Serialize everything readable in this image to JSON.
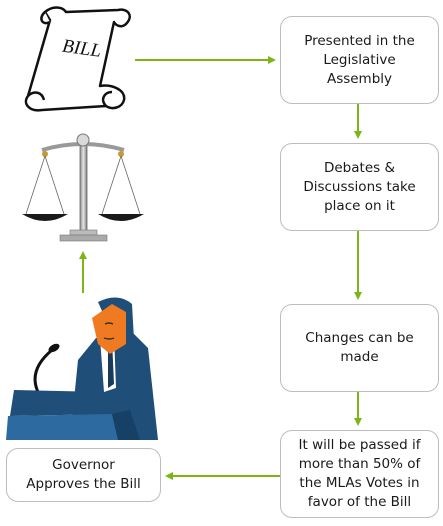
{
  "diagram": {
    "steps": [
      {
        "id": "presented",
        "text": "Presented in the\nLegislative\nAssembly"
      },
      {
        "id": "debates",
        "text": "Debates &\nDiscussions take\nplace on it"
      },
      {
        "id": "changes",
        "text": "Changes can be\nmade"
      },
      {
        "id": "passed",
        "text": "It will be passed if\nmore than 50% of\nthe MLAs Votes in\nfavor of the Bill"
      },
      {
        "id": "governor",
        "text": "Governor\nApproves the Bill"
      }
    ],
    "scroll_label": "BILL",
    "arrow_color": "#7cb518",
    "icons": [
      "bill-scroll-icon",
      "balance-scale-icon",
      "speaker-at-podium-icon"
    ]
  }
}
